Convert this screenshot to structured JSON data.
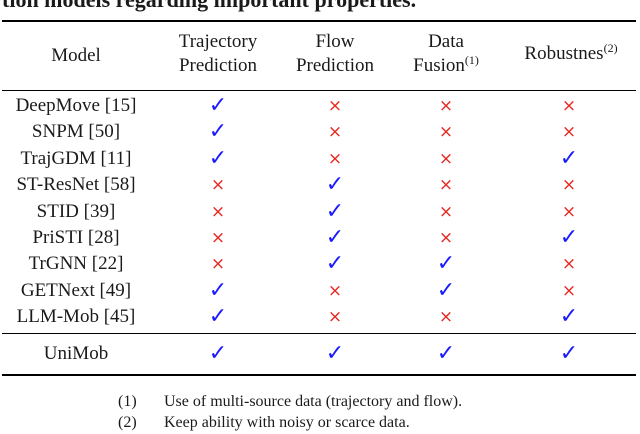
{
  "caption": "tion models regarding important properties.",
  "colors": {
    "check": "#1a1aff",
    "cross": "#e8261f"
  },
  "columns": {
    "model": "Model",
    "trajectory_1": "Trajectory",
    "trajectory_2": "Prediction",
    "flow_1": "Flow",
    "flow_2": "Prediction",
    "fusion_1": "Data",
    "fusion_2": "Fusion",
    "fusion_sup": "(1)",
    "robust": "Robustnes",
    "robust_sup": "(2)"
  },
  "marks": {
    "yes": "✓",
    "no": "×"
  },
  "rows": [
    {
      "model": "DeepMove [15]",
      "values": [
        "yes",
        "no",
        "no",
        "no"
      ]
    },
    {
      "model": "SNPM [50]",
      "values": [
        "yes",
        "no",
        "no",
        "no"
      ]
    },
    {
      "model": "TrajGDM [11]",
      "values": [
        "yes",
        "no",
        "no",
        "yes"
      ]
    },
    {
      "model": "ST-ResNet [58]",
      "values": [
        "no",
        "yes",
        "no",
        "no"
      ]
    },
    {
      "model": "STID [39]",
      "values": [
        "no",
        "yes",
        "no",
        "no"
      ]
    },
    {
      "model": "PriSTI [28]",
      "values": [
        "no",
        "yes",
        "no",
        "yes"
      ]
    },
    {
      "model": "TrGNN [22]",
      "values": [
        "no",
        "yes",
        "yes",
        "no"
      ]
    },
    {
      "model": "GETNext [49]",
      "values": [
        "yes",
        "no",
        "yes",
        "no"
      ]
    },
    {
      "model": "LLM-Mob [45]",
      "values": [
        "yes",
        "no",
        "no",
        "yes"
      ]
    }
  ],
  "unimob": {
    "model": "UniMob",
    "values": [
      "yes",
      "yes",
      "yes",
      "yes"
    ]
  },
  "notes": [
    {
      "num": "(1)",
      "text": "Use of multi-source data (trajectory and flow)."
    },
    {
      "num": "(2)",
      "text": "Keep ability with noisy or scarce data."
    }
  ]
}
